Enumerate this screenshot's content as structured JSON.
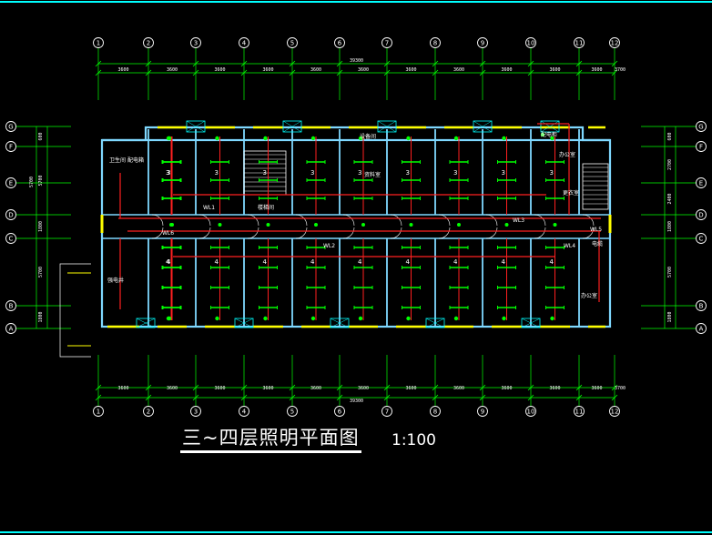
{
  "title": "三~四层照明平面图",
  "scale": "1:100",
  "axis_cols": [
    "1",
    "2",
    "3",
    "4",
    "5",
    "6",
    "7",
    "8",
    "9",
    "10",
    "11",
    "12"
  ],
  "axis_rows": [
    "G",
    "F",
    "E",
    "D",
    "C",
    "B",
    "A"
  ],
  "dims_top": [
    "3600",
    "3600",
    "3600",
    "3600",
    "3600",
    "3600",
    "3600",
    "3600",
    "3600",
    "3600",
    "3600",
    "3700"
  ],
  "dims_bottom": [
    "3600",
    "3600",
    "3600",
    "3600",
    "3600",
    "3600",
    "3600",
    "3600",
    "3600",
    "3600",
    "3600",
    "3700"
  ],
  "dim_total": "39300",
  "dims_left": [
    "600",
    "5700",
    "1800",
    "5700",
    "1800"
  ],
  "dims_right": [
    "600",
    "2700",
    "2400",
    "1800",
    "5700",
    "1800"
  ],
  "room_labels": [
    "卫生间",
    "配电箱",
    "楼梯间",
    "设备间",
    "资料室",
    "办公室",
    "更衣室",
    "配电柜",
    "电缆",
    "强电井",
    "办公室"
  ],
  "circuit_numbers": [
    "3",
    "4",
    "3",
    "4",
    "3",
    "4",
    "3",
    "4",
    "3",
    "4",
    "3",
    "4",
    "3",
    "4",
    "3",
    "4",
    "3",
    "4",
    "3",
    "4",
    "3",
    "4",
    "3",
    "4"
  ],
  "panel_tags": [
    "WL1",
    "WL2",
    "WL3",
    "WL4",
    "WL5",
    "WL6"
  ],
  "colors": {
    "wall": "#7fd8ff",
    "wire": "#ff2020",
    "dim": "#00ff00",
    "fixture": "#00ff00",
    "window": "#ffff00",
    "cyan": "#00ffff",
    "bg": "#000000"
  }
}
